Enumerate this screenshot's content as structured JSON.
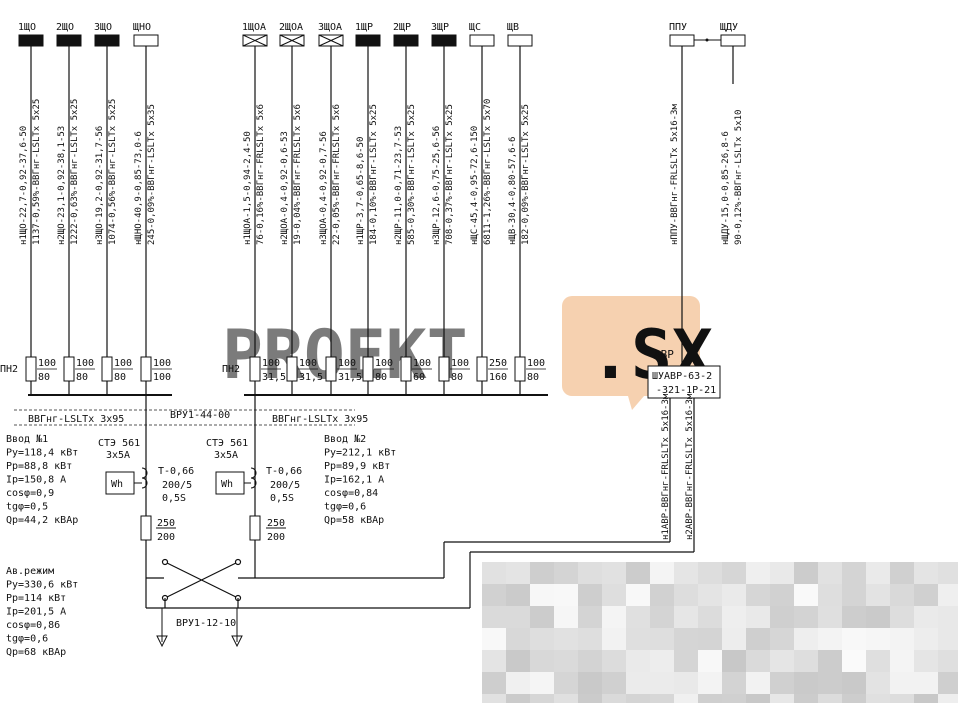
{
  "panels": [
    {
      "id": "1ЩО",
      "type": "filled"
    },
    {
      "id": "2ЩО",
      "type": "filled"
    },
    {
      "id": "3ЩО",
      "type": "filled"
    },
    {
      "id": "ЩНО",
      "type": "empty"
    },
    {
      "id": "1ЩОА",
      "type": "cross"
    },
    {
      "id": "2ЩОА",
      "type": "cross"
    },
    {
      "id": "3ЩОА",
      "type": "cross"
    },
    {
      "id": "1ЩР",
      "type": "filled"
    },
    {
      "id": "2ЩР",
      "type": "filled"
    },
    {
      "id": "3ЩР",
      "type": "filled"
    },
    {
      "id": "ЩС",
      "type": "empty"
    },
    {
      "id": "ЩВ",
      "type": "empty"
    },
    {
      "id": "ППУ",
      "type": "empty"
    },
    {
      "id": "ЩДУ",
      "type": "empty"
    }
  ],
  "cables": [
    {
      "line1": "н1ЩО-22,7-0,92-37,6-50",
      "line2": "1137-0,59%-ВВГнг-LSLTx 5x25"
    },
    {
      "line1": "н2ЩО-23,1-0,92-38,1-53",
      "line2": "1222-0,63%-ВВГнг-LSLTx 5x25"
    },
    {
      "line1": "н3ЩО-19,2-0,92-31,7-56",
      "line2": "1074-0,56%-ВВГнг-LSLTx 5x25"
    },
    {
      "line1": "нЩНО-40,9-0,85-73,0-6",
      "line2": "245-0,09%-ВВГнг-LSLTx 5x35"
    },
    {
      "line1": "н1ЩОА-1,5-0,94-2,4-50",
      "line2": "76-0,16%-ВВГнг-FRLSLTx 5x6"
    },
    {
      "line1": "н2ЩОА-0,4-0,92-0,6-53",
      "line2": "19-0,04%-ВВГнг-FRLSLTx 5x6"
    },
    {
      "line1": "н3ЩОА-0,4-0,92-0,7-56",
      "line2": "22-0,05%-ВВГнг-FRLSLTx 5x6"
    },
    {
      "line1": "н1ЩР-3,7-0,65-8,6-50",
      "line2": "184-0,10%-ВВГнг-LSLTx 5x25"
    },
    {
      "line1": "н2ЩР-11,0-0,71-23,7-53",
      "line2": "585-0,30%-ВВГнг-LSLTx 5x25"
    },
    {
      "line1": "н3ЩР-12,6-0,75-25,6-56",
      "line2": "708-0,37%-ВВГнг-LSLTx 5x25"
    },
    {
      "line1": "нЩС-45,4-0,95-72,6-150",
      "line2": "6811-1,26%-ВВГнг-LSLTx 5x70"
    },
    {
      "line1": "нЩВ-30,4-0,80-57,6-6",
      "line2": "182-0,09%-ВВГнг-LSLTx 5x25"
    },
    {
      "line1": "нППУ-ВВГнг-FRLSLTx 5x16-3м",
      "line2": ""
    },
    {
      "line1": "нЩДУ-15,0-0,85-26,8-6",
      "line2": "90-0,12%-ВВГнг-LSLTx 5x10"
    }
  ],
  "breakers": [
    {
      "top": "100",
      "bottom": "80"
    },
    {
      "top": "100",
      "bottom": "80"
    },
    {
      "top": "100",
      "bottom": "80"
    },
    {
      "top": "100",
      "bottom": "100"
    },
    {
      "top": "100",
      "bottom": "31,5"
    },
    {
      "top": "100",
      "bottom": "31,5"
    },
    {
      "top": "100",
      "bottom": "31,5"
    },
    {
      "top": "100",
      "bottom": "80"
    },
    {
      "top": "100",
      "bottom": "60"
    },
    {
      "top": "100",
      "bottom": "80"
    },
    {
      "top": "250",
      "bottom": "160"
    },
    {
      "top": "100",
      "bottom": "80"
    }
  ],
  "bus_labels": {
    "left": "ПН2",
    "right": "ПН2"
  },
  "watermark": {
    "part1": "PROEKT",
    "part2": ".SX"
  },
  "avr": {
    "label": "АВР",
    "box_line1": "ШУАВР-63-2",
    "box_line2": "-321-1Р-21",
    "cable1": "н1АВР-ВВГнг-FRLSLTx 5x16-3м",
    "cable2": "н2АВР-ВВГнг-FRLSLTx 5x16-3м"
  },
  "vru_upper": "ВРУ1-44-00",
  "vru_lower": "ВРУ1-12-10",
  "cable_input_left": "ВВГнг-LSLTx 3x95",
  "cable_input_right": "ВВГнг-LSLTx 3x95",
  "inputs": [
    {
      "lines": [
        "Ввод №1",
        "Ру=118,4 кВт",
        "Рр=88,8 кВт",
        "Iр=150,8 А",
        "cosφ=0,9",
        "tgφ=0,5",
        "Qр=44,2 кВАр"
      ]
    },
    {
      "lines": [
        "Ввод №2",
        "Ру=212,1 кВт",
        "Рр=89,9 кВт",
        "Iр=162,1 А",
        "cosφ=0,84",
        "tgφ=0,6",
        "Qр=58 кВАр"
      ]
    }
  ],
  "meters": [
    {
      "title": "СТЭ 561",
      "rating": "3x5А",
      "symbol": "Wh",
      "ct1": "Т-0,66",
      "ct2": "200/5",
      "ct3": "0,5S"
    },
    {
      "title": "СТЭ 561",
      "rating": "3x5А",
      "symbol": "Wh",
      "ct1": "Т-0,66",
      "ct2": "200/5",
      "ct3": "0,5S"
    }
  ],
  "fuses": [
    {
      "top": "250",
      "bottom": "200"
    },
    {
      "top": "250",
      "bottom": "200"
    }
  ],
  "emergency": {
    "lines": [
      "Ав.режим",
      "Ру=330,6 кВт",
      "Рр=114 кВт",
      "Iр=201,5 А",
      "cosφ=0,86",
      "tgφ=0,6",
      "Qр=68 кВАр"
    ]
  }
}
